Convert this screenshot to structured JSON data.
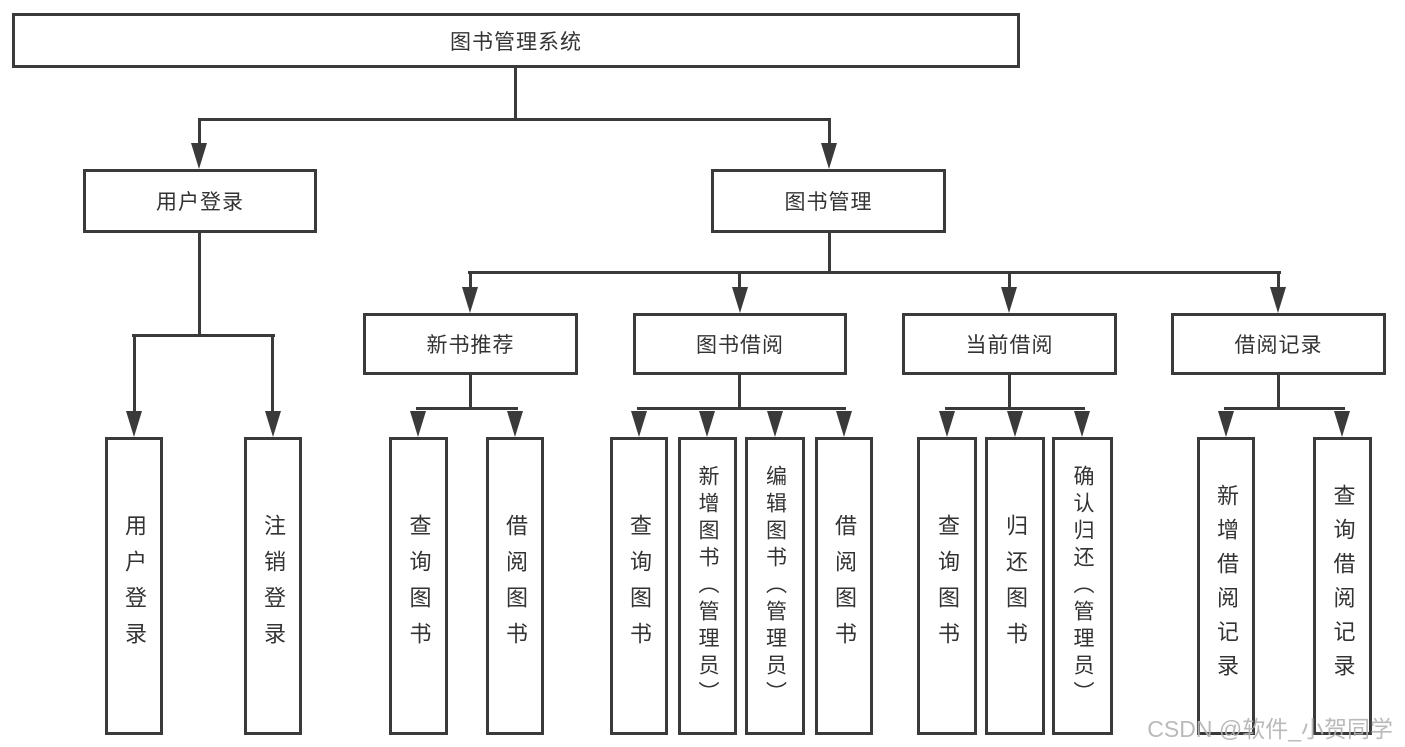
{
  "colors": {
    "line": "#3a3a3a",
    "text": "#333333",
    "background": "#ffffff",
    "watermark": "#b3b3b3"
  },
  "watermark": {
    "text": "CSDN @软件_小贺同学"
  },
  "tree": {
    "root": {
      "label": "图书管理系统",
      "children": [
        {
          "label": "用户登录",
          "children": [
            {
              "label": "用户登录"
            },
            {
              "label": "注销登录"
            }
          ]
        },
        {
          "label": "图书管理",
          "children": [
            {
              "label": "新书推荐",
              "children": [
                {
                  "label": "查询图书"
                },
                {
                  "label": "借阅图书"
                }
              ]
            },
            {
              "label": "图书借阅",
              "children": [
                {
                  "label": "查询图书"
                },
                {
                  "label": "新增图书（管理员）"
                },
                {
                  "label": "编辑图书（管理员）"
                },
                {
                  "label": "借阅图书"
                }
              ]
            },
            {
              "label": "当前借阅",
              "children": [
                {
                  "label": "查询图书"
                },
                {
                  "label": "归还图书"
                },
                {
                  "label": "确认归还（管理员）"
                }
              ]
            },
            {
              "label": "借阅记录",
              "children": [
                {
                  "label": "新增借阅记录"
                },
                {
                  "label": "查询借阅记录"
                }
              ]
            }
          ]
        }
      ]
    }
  }
}
